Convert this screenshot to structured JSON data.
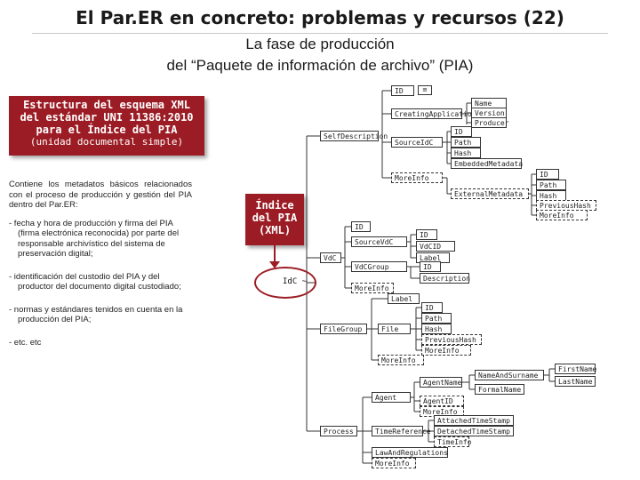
{
  "header": {
    "title": "El Par.ER en concreto: problemas y recursos  (22)",
    "subtitle1": "La fase de producción",
    "subtitle2": "del “Paquete de información de archivo” (PIA)"
  },
  "infobox": {
    "line1": "Estructura del esquema XML",
    "line2": "del estándar UNI 11386:2010",
    "line3": "para el Índice del PIA",
    "line4": "(unidad documental simple)"
  },
  "description": {
    "intro": "Contiene los metadatos básicos relacionados con el proceso de producción y gestión del PIA dentro del Par.ER:",
    "items": [
      "- fecha y hora de producción y firma del PIA (firma electrónica reconocida) por parte del responsable archivístico del sistema de preservación digital;",
      "- identificación del custodio del PIA y del productor del documento digital custodiado;",
      "- normas y estándares tenidos en cuenta en la producción del PIA;",
      "- etc. etc"
    ]
  },
  "root_box": {
    "line1": "Índice",
    "line2": "del PIA",
    "line3": "(XML)"
  },
  "root_node": "IdC",
  "diagram_nodes": {
    "id_top": "ID",
    "creating_app": "CreatingApplication",
    "name": "Name",
    "version": "Version",
    "producer": "Producer",
    "self_description": "SelfDescription",
    "source_idc": "SourceIdC",
    "id2": "ID",
    "path": "Path",
    "hash": "Hash",
    "embedded_metadata": "EmbeddedMetadata",
    "more_info": "MoreInfo",
    "external_metadata": "ExternalMetadata",
    "id3": "ID",
    "path2": "Path",
    "hash2": "Hash",
    "previous_hash": "PreviousHash",
    "more_info2": "MoreInfo",
    "vdc": "VdC",
    "id4": "ID",
    "source_vdc": "SourceVdC",
    "id5": "ID",
    "vdc_id": "VdCID",
    "label": "Label",
    "vdc_group": "VdCGroup",
    "id6": "ID",
    "description": "Description",
    "more_info3": "MoreInfo",
    "label2": "Label",
    "file_group": "FileGroup",
    "file": "File",
    "id7": "ID",
    "path3": "Path",
    "hash3": "Hash",
    "previous_hash2": "PreviousHash",
    "more_info4": "MoreInfo",
    "more_info5": "MoreInfo",
    "agent": "Agent",
    "agent_name": "AgentName",
    "name_and_surname": "NameAndSurname",
    "first_name": "FirstName",
    "last_name": "LastName",
    "formal_name": "FormalName",
    "agent_id": "AgentID",
    "more_info6": "MoreInfo",
    "process": "Process",
    "time_reference": "TimeReference",
    "attached_time_stamp": "AttachedTimeStamp",
    "detached_time_stamp": "DetachedTimeStamp",
    "time_info": "TimeInfo",
    "law_and_regulations": "LawAndRegulations",
    "more_info7": "MoreInfo"
  },
  "colors": {
    "accent": "#9b1c24",
    "line": "#333333"
  }
}
